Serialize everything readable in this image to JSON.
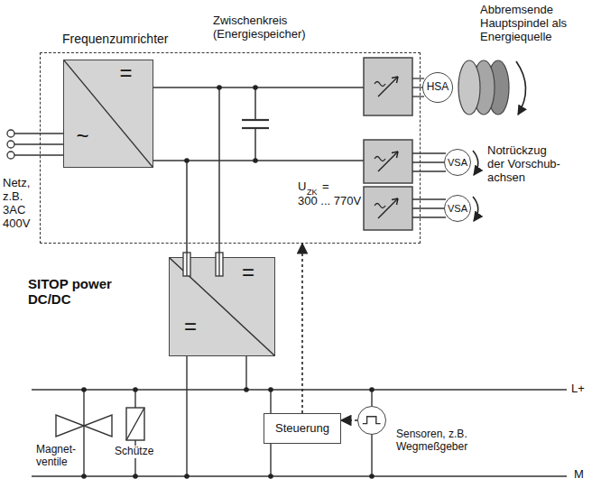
{
  "diagram": {
    "nodes": [
      {
        "text": [
          "Frequenzumrichter"
        ]
      },
      {
        "text": [
          "=",
          "~"
        ],
        "in": 0
      },
      {
        "text": [
          "HSA"
        ]
      },
      {
        "text": [
          "VSA"
        ]
      },
      {
        "text": [
          "VSA"
        ]
      },
      {
        "text": [
          "SITOP power DC/DC",
          "=",
          "="
        ]
      },
      {
        "text": [
          "Steuerung"
        ]
      },
      {
        "text": [
          "Sensoren, z.B. Wegmeßgeber"
        ]
      }
    ],
    "edges": [
      {
        "from": 6,
        "to": 0,
        "arrow": "to"
      },
      {
        "from": 7,
        "to": 6,
        "arrow": "to"
      }
    ],
    "labels": [
      "Zwischenkreis (Energiespeicher)",
      "Abbremsende Hauptspindel als Energiequelle",
      "Notrückzug der Vorschub- achsen",
      "Netz, z.B. 3AC 400V",
      "U",
      "ZK",
      "=",
      "300 ... 770V",
      "L+",
      "M",
      "Magnet- ventile",
      "Schütze"
    ]
  }
}
